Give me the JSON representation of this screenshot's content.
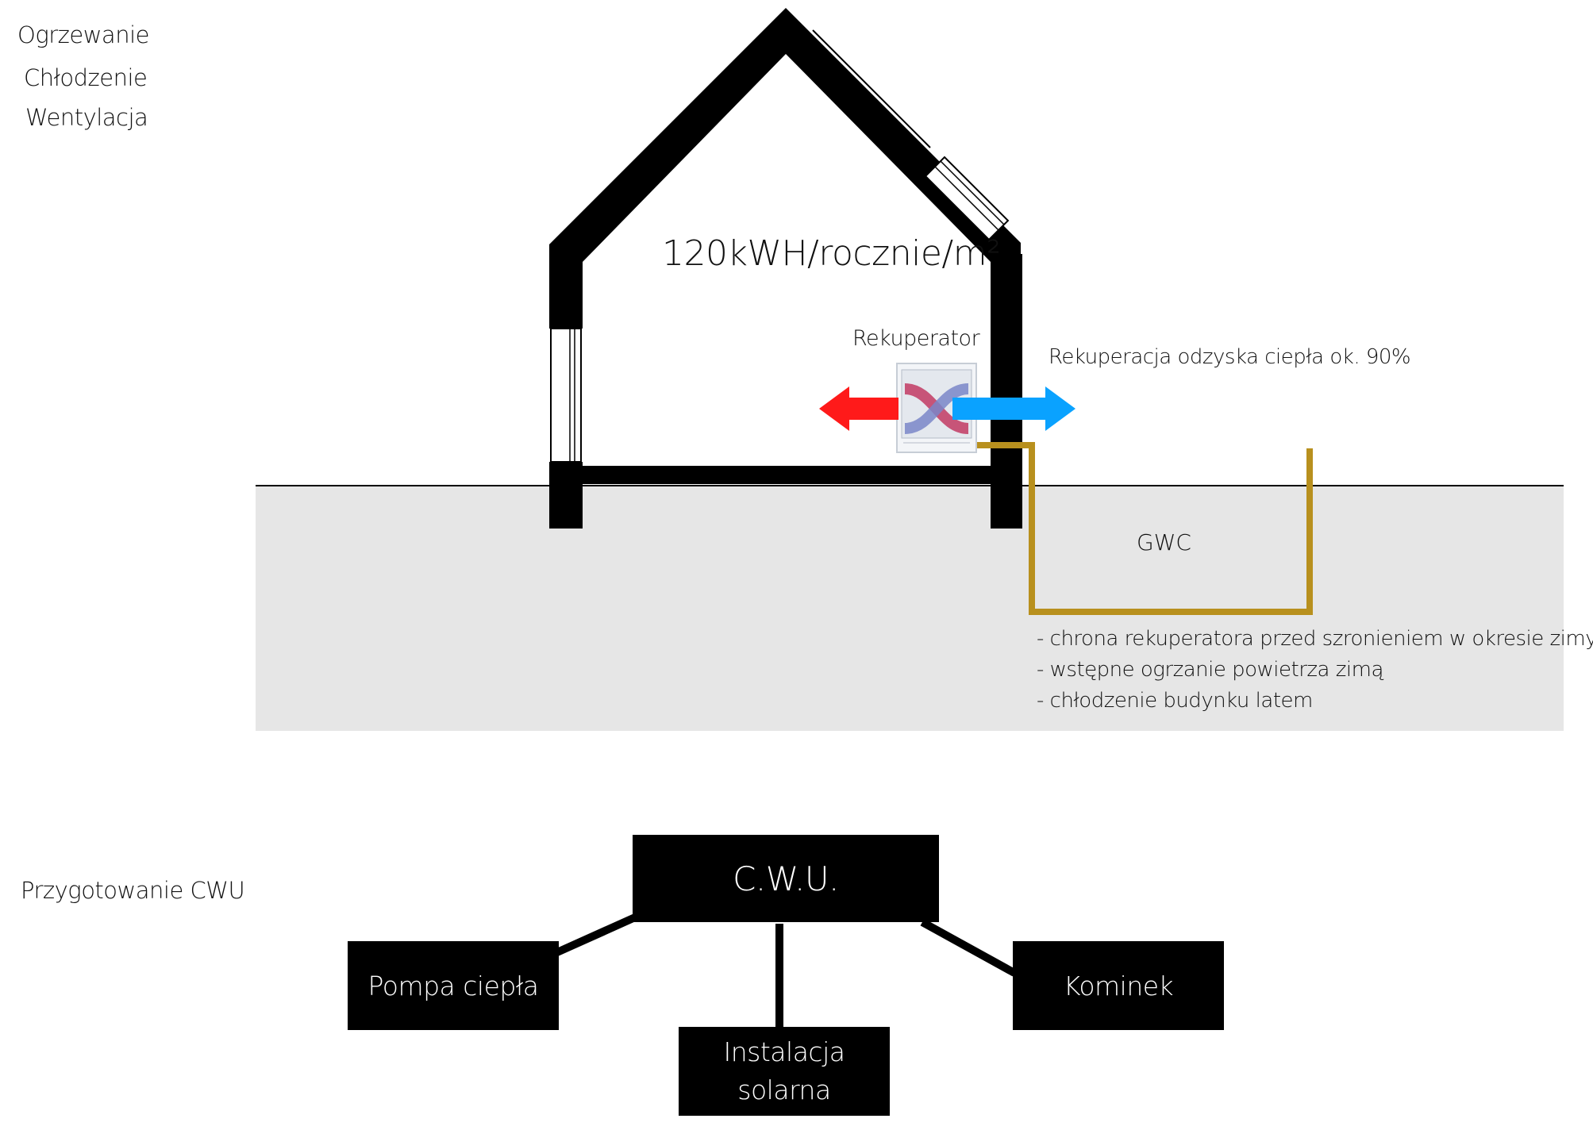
{
  "side_labels": {
    "heating": "Ogrzewanie",
    "cooling": "Chłodzenie",
    "ventilation": "Wentylacja",
    "dhw_prep": "Przygotowanie CWU"
  },
  "house": {
    "energy_value": "120kWH/rocznie/m²",
    "recuperator_label": "Rekuperator",
    "recovery_note": "Rekuperacja odzyska ciepła ok. 90%"
  },
  "gwc": {
    "label": "GWC",
    "benefits": [
      "- chrona rekuperatora przed szronieniem w okresie zimy",
      "- wstępne ogrzanie powietrza zimą",
      "- chłodzenie budynku latem"
    ]
  },
  "cwu": {
    "center": "C.W.U.",
    "heat_pump": "Pompa ciepła",
    "solar_line1": "Instalacja",
    "solar_line2": "solarna",
    "fireplace": "Kominek"
  },
  "colors": {
    "ground": "#e6e6e6",
    "gwc_pipe": "#b8901e",
    "warm_air": "#ff1a1a",
    "cool_air": "#0aa2ff",
    "wall": "#000000"
  },
  "icons": [
    "recuperator-icon",
    "warm-air-arrow-icon",
    "cool-air-arrow-icon"
  ]
}
